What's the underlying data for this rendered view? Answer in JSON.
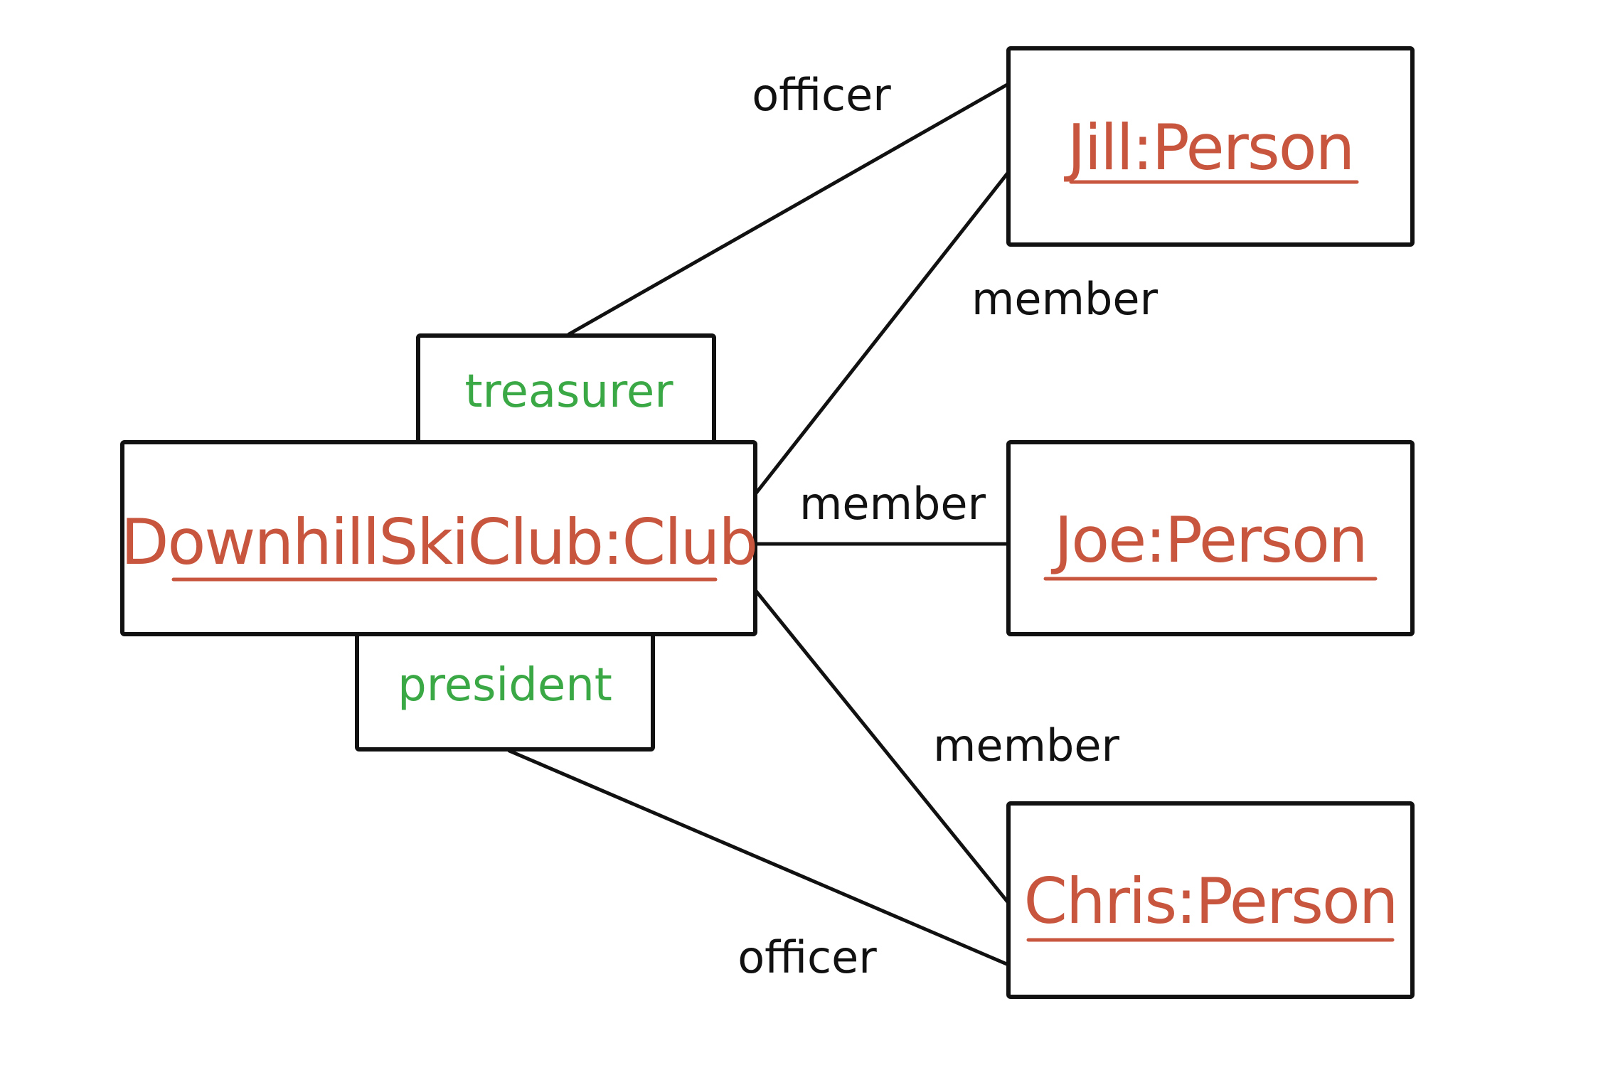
{
  "colors": {
    "object_name": "#c8553d",
    "qualifier": "#3aa845",
    "line": "#111111",
    "background": "#ffffff"
  },
  "objects": {
    "club": "DownhillSkiClub:Club",
    "jill": "Jill:Person",
    "joe": "Joe:Person",
    "chris": "Chris:Person"
  },
  "qualifiers": {
    "treasurer": "treasurer",
    "president": "president"
  },
  "links": {
    "officer_jill": "officer",
    "member_jill": "member",
    "member_joe": "member",
    "member_chris": "member",
    "officer_chris": "officer"
  }
}
